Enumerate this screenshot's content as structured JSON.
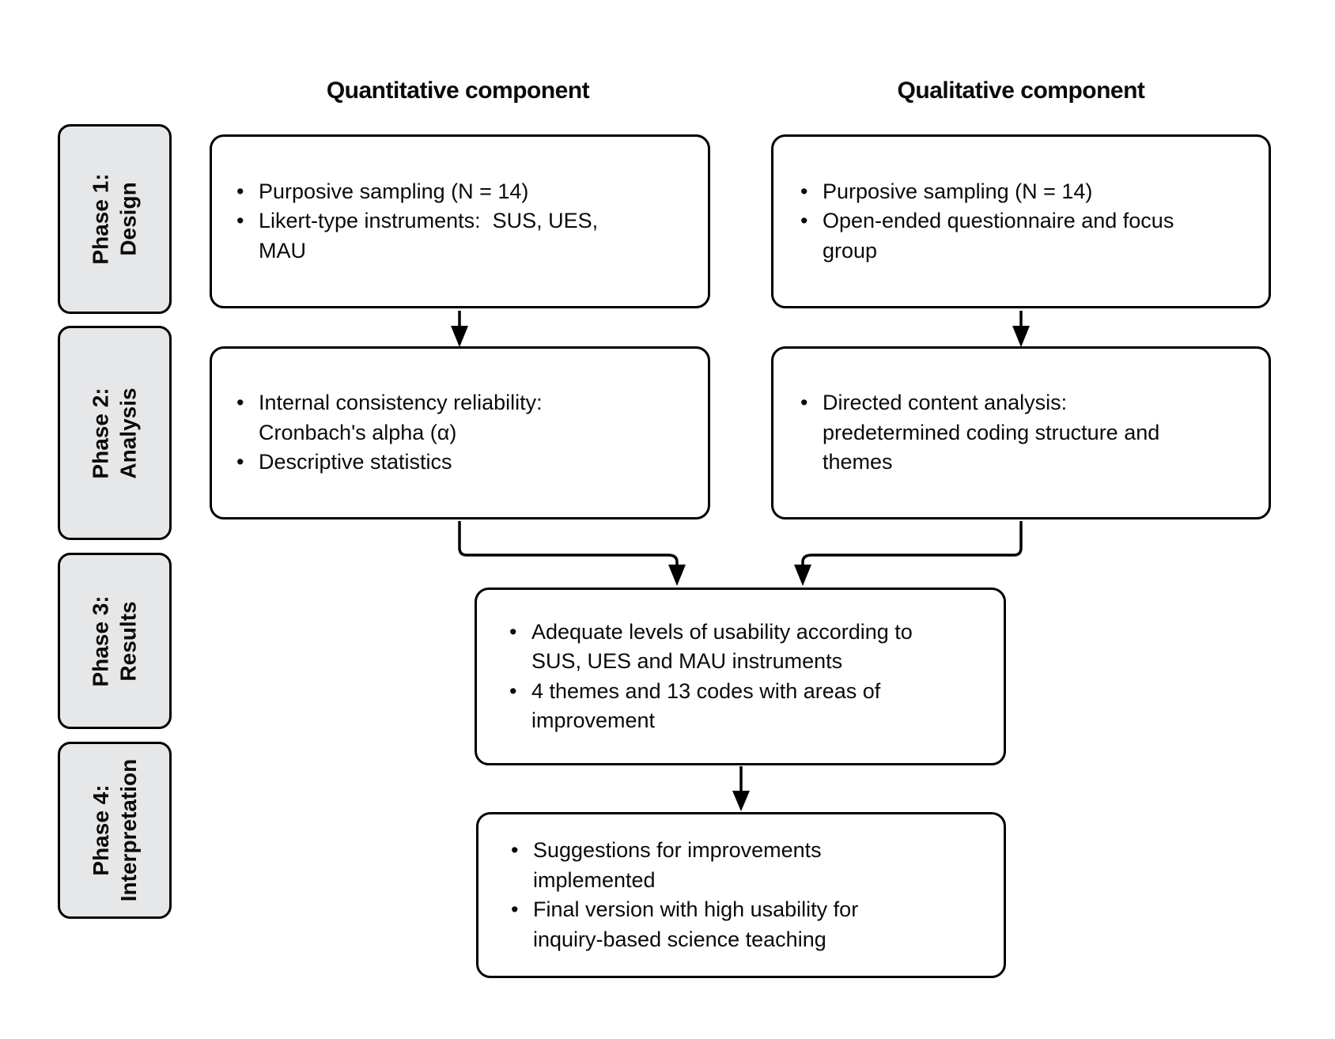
{
  "bullet_char": "•",
  "columns": {
    "quantitative": {
      "title": "Quantitative component"
    },
    "qualitative": {
      "title": "Qualitative component"
    }
  },
  "phases": [
    {
      "line1": "Phase 1:",
      "line2": "Design"
    },
    {
      "line1": "Phase 2:",
      "line2": "Analysis"
    },
    {
      "line1": "Phase 3:",
      "line2": "Results"
    },
    {
      "line1": "Phase 4:",
      "line2": "Interpretation"
    }
  ],
  "boxes": {
    "quant_design": {
      "items": [
        "Purposive sampling (N = 14)",
        "Likert-type instruments:  SUS, UES,\nMAU"
      ]
    },
    "qual_design": {
      "items": [
        "Purposive sampling (N = 14)",
        "Open-ended questionnaire and focus\ngroup"
      ]
    },
    "quant_analysis": {
      "items": [
        "Internal consistency reliability:\nCronbach's alpha (α)",
        "Descriptive statistics"
      ]
    },
    "qual_analysis": {
      "items": [
        "Directed content analysis:\npredetermined coding structure and\nthemes"
      ]
    },
    "results": {
      "items": [
        "Adequate levels of usability according to\nSUS, UES and MAU instruments",
        "4 themes and 13 codes with areas of\nimprovement"
      ]
    },
    "interpretation": {
      "items": [
        "Suggestions for improvements\nimplemented",
        "Final version with high usability for\ninquiry-based science teaching"
      ]
    }
  },
  "colors": {
    "sidebar_fill": "#e5e7e9",
    "border": "#000000",
    "background": "#ffffff"
  }
}
